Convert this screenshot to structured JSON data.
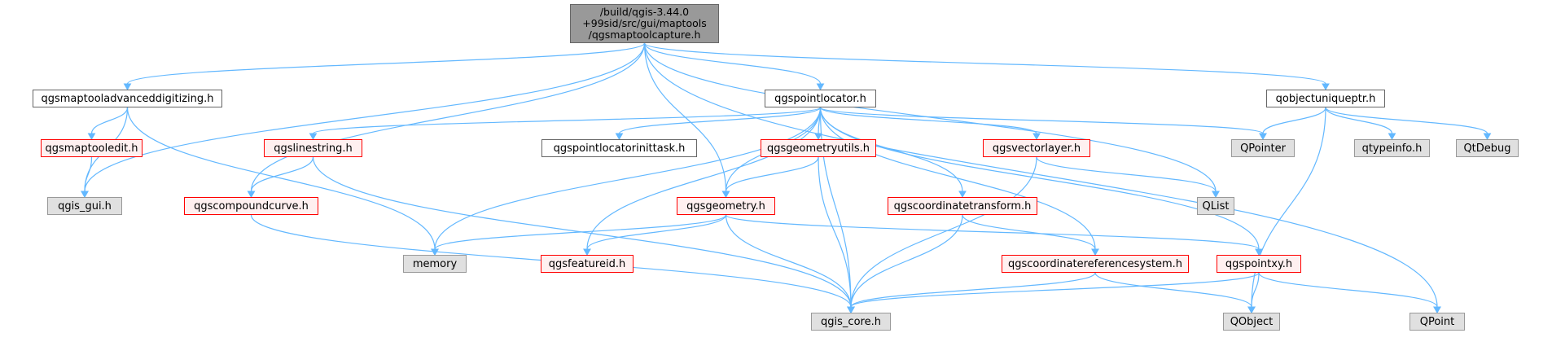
{
  "diagram": {
    "colors": {
      "edge": "#63b8ff",
      "root_fill": "#999999",
      "documented_fill": "#ffffff",
      "undocumented_fill": "#fff0f0",
      "undocumented_border": "#ff0000",
      "external_fill": "#e0e0e0"
    },
    "nodes": [
      {
        "id": "root",
        "label": "/build/qgis-3.44.0\n+99sid/src/gui/maptools\n/qgsmaptoolcapture.h",
        "kind": "root"
      },
      {
        "id": "advdig",
        "label": "qgsmaptooladvanceddigitizing.h",
        "kind": "doc"
      },
      {
        "id": "pointlocator",
        "label": "qgspointlocator.h",
        "kind": "doc"
      },
      {
        "id": "uniqueptr",
        "label": "qobjectuniqueptr.h",
        "kind": "doc"
      },
      {
        "id": "maptooledit",
        "label": "qgsmaptooledit.h",
        "kind": "nodoc"
      },
      {
        "id": "qgisgui",
        "label": "qgis_gui.h",
        "kind": "ext"
      },
      {
        "id": "linestring",
        "label": "qgslinestring.h",
        "kind": "nodoc"
      },
      {
        "id": "compoundcurve",
        "label": "qgscompoundcurve.h",
        "kind": "nodoc"
      },
      {
        "id": "initask",
        "label": "qgspointlocatorinittask.h",
        "kind": "doc"
      },
      {
        "id": "geomutils",
        "label": "qgsgeometryutils.h",
        "kind": "nodoc"
      },
      {
        "id": "vectorlayer",
        "label": "qgsvectorlayer.h",
        "kind": "nodoc"
      },
      {
        "id": "qpointer",
        "label": "QPointer",
        "kind": "ext"
      },
      {
        "id": "qtypeinfo",
        "label": "qtypeinfo.h",
        "kind": "ext"
      },
      {
        "id": "qtdebug",
        "label": "QtDebug",
        "kind": "ext"
      },
      {
        "id": "geometry",
        "label": "qgsgeometry.h",
        "kind": "nodoc"
      },
      {
        "id": "coordtransform",
        "label": "qgscoordinatetransform.h",
        "kind": "nodoc"
      },
      {
        "id": "qlist",
        "label": "QList",
        "kind": "ext"
      },
      {
        "id": "memory",
        "label": "memory",
        "kind": "ext"
      },
      {
        "id": "featureid",
        "label": "qgsfeatureid.h",
        "kind": "nodoc"
      },
      {
        "id": "crs",
        "label": "qgscoordinatereferencesystem.h",
        "kind": "nodoc"
      },
      {
        "id": "pointxy",
        "label": "qgspointxy.h",
        "kind": "nodoc"
      },
      {
        "id": "qgiscore",
        "label": "qgis_core.h",
        "kind": "ext"
      },
      {
        "id": "qobject",
        "label": "QObject",
        "kind": "ext"
      },
      {
        "id": "qpoint",
        "label": "QPoint",
        "kind": "ext"
      }
    ],
    "edges": [
      [
        "root",
        "qgisgui"
      ],
      [
        "root",
        "advdig"
      ],
      [
        "root",
        "compoundcurve"
      ],
      [
        "root",
        "geometry"
      ],
      [
        "root",
        "pointlocator"
      ],
      [
        "root",
        "qlist"
      ],
      [
        "root",
        "uniqueptr"
      ],
      [
        "root",
        "qpoint"
      ],
      [
        "advdig",
        "maptooledit"
      ],
      [
        "advdig",
        "qgisgui"
      ],
      [
        "advdig",
        "memory"
      ],
      [
        "maptooledit",
        "qgisgui"
      ],
      [
        "pointlocator",
        "linestring"
      ],
      [
        "pointlocator",
        "memory"
      ],
      [
        "pointlocator",
        "featureid"
      ],
      [
        "pointlocator",
        "initask"
      ],
      [
        "pointlocator",
        "geometry"
      ],
      [
        "pointlocator",
        "geomutils"
      ],
      [
        "pointlocator",
        "qgiscore"
      ],
      [
        "pointlocator",
        "coordtransform"
      ],
      [
        "pointlocator",
        "vectorlayer"
      ],
      [
        "pointlocator",
        "crs"
      ],
      [
        "pointlocator",
        "pointxy"
      ],
      [
        "pointlocator",
        "qpointer"
      ],
      [
        "uniqueptr",
        "qpointer"
      ],
      [
        "uniqueptr",
        "qtypeinfo"
      ],
      [
        "uniqueptr",
        "qtdebug"
      ],
      [
        "uniqueptr",
        "qobject"
      ],
      [
        "linestring",
        "compoundcurve"
      ],
      [
        "linestring",
        "qgiscore"
      ],
      [
        "compoundcurve",
        "qgiscore"
      ],
      [
        "geomutils",
        "geometry"
      ],
      [
        "geomutils",
        "qgiscore"
      ],
      [
        "vectorlayer",
        "qlist"
      ],
      [
        "vectorlayer",
        "qgiscore"
      ],
      [
        "geometry",
        "memory"
      ],
      [
        "geometry",
        "featureid"
      ],
      [
        "geometry",
        "qgiscore"
      ],
      [
        "geometry",
        "pointxy"
      ],
      [
        "coordtransform",
        "crs"
      ],
      [
        "coordtransform",
        "qgiscore"
      ],
      [
        "crs",
        "qgiscore"
      ],
      [
        "crs",
        "qobject"
      ],
      [
        "pointxy",
        "qgiscore"
      ],
      [
        "pointxy",
        "qobject"
      ],
      [
        "pointxy",
        "qpoint"
      ]
    ]
  }
}
